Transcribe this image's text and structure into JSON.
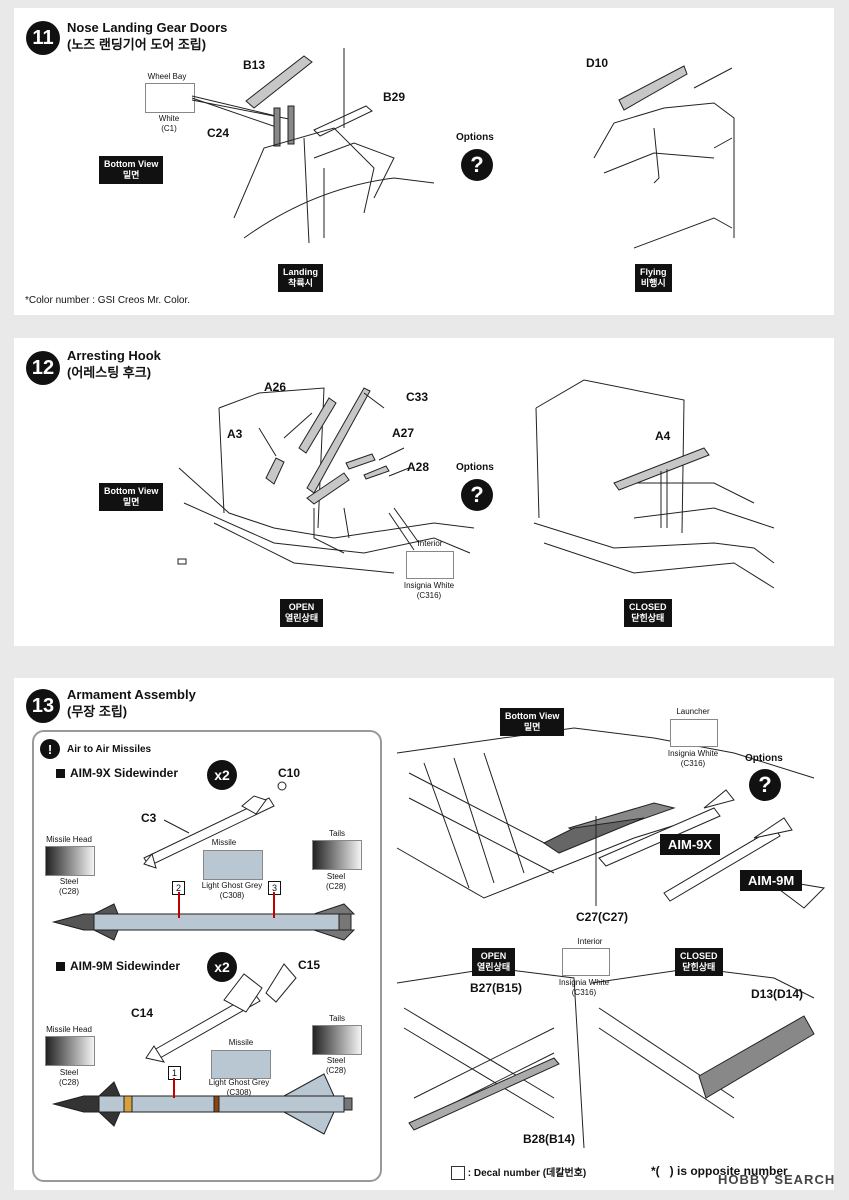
{
  "step11": {
    "number": "11",
    "title_en": "Nose Landing Gear Doors",
    "title_ko": "(노즈 랜딩기어 도어 조립)",
    "bottom_view": [
      "Bottom View",
      "밑면"
    ],
    "wheel_bay": {
      "label": "Wheel Bay",
      "color_name": "White",
      "color_code": "(C1)"
    },
    "parts": {
      "b13": "B13",
      "b29": "B29",
      "c24": "C24",
      "d10": "D10"
    },
    "options": "Options",
    "landing": [
      "Landing",
      "착륙시"
    ],
    "flying": [
      "Flying",
      "비행시"
    ],
    "footnote": "*Color number : GSI Creos Mr. Color."
  },
  "step12": {
    "number": "12",
    "title_en": "Arresting Hook",
    "title_ko": "(어레스팅 후크)",
    "bottom_view": [
      "Bottom View",
      "밑면"
    ],
    "parts": {
      "a26": "A26",
      "c33": "C33",
      "a3": "A3",
      "a27": "A27",
      "a28": "A28",
      "a4": "A4"
    },
    "options": "Options",
    "interior": {
      "label": "Interior",
      "color_name": "Insignia White",
      "color_code": "(C316)"
    },
    "open": [
      "OPEN",
      "열린상태"
    ],
    "closed": [
      "CLOSED",
      "닫힌상태"
    ]
  },
  "step13": {
    "number": "13",
    "title_en": "Armament Assembly",
    "title_ko": "(무장 조립)",
    "air_to_air": "Air to Air Missiles",
    "aim9x": {
      "name": "AIM-9X Sidewinder",
      "qty": "x2",
      "parts": {
        "c10": "C10",
        "c3": "C3"
      },
      "head": {
        "label": "Missile Head",
        "color_name": "Steel",
        "color_code": "(C28)"
      },
      "missile": {
        "label": "Missile",
        "color_name": "Light Ghost Grey",
        "color_code": "(C308)"
      },
      "tails": {
        "label": "Tails",
        "color_name": "Steel",
        "color_code": "(C28)"
      },
      "decals": [
        "2",
        "3"
      ]
    },
    "aim9m": {
      "name": "AIM-9M Sidewinder",
      "qty": "x2",
      "parts": {
        "c15": "C15",
        "c14": "C14"
      },
      "head": {
        "label": "Missile Head",
        "color_name": "Steel",
        "color_code": "(C28)"
      },
      "missile": {
        "label": "Missile",
        "color_name": "Light Ghost Grey",
        "color_code": "(C308)"
      },
      "tails": {
        "label": "Tails",
        "color_name": "Steel",
        "color_code": "(C28)"
      },
      "decals": [
        "1"
      ]
    },
    "bottom_view": [
      "Bottom View",
      "밑면"
    ],
    "launcher": {
      "label": "Launcher",
      "color_name": "Insignia White",
      "color_code": "(C316)"
    },
    "options": "Options",
    "aim9x_label": "AIM-9X",
    "aim9m_label": "AIM-9M",
    "c27": "C27(C27)",
    "open": [
      "OPEN",
      "열린상태"
    ],
    "closed": [
      "CLOSED",
      "닫힌상태"
    ],
    "interior": {
      "label": "Interior",
      "color_name": "Insignia White",
      "color_code": "(C316)"
    },
    "b27": "B27(B15)",
    "b28": "B28(B14)",
    "d13": "D13(D14)",
    "decal_legend": ": Decal number (데칼번호)",
    "opposite": "*(   ) is opposite number"
  },
  "watermark": "HOBBY SEARCH",
  "colors": {
    "ink": "#111111",
    "ghost_grey": "#b9c7d2",
    "panel_bg": "#ffffff",
    "page_bg": "#e9e9e9"
  }
}
